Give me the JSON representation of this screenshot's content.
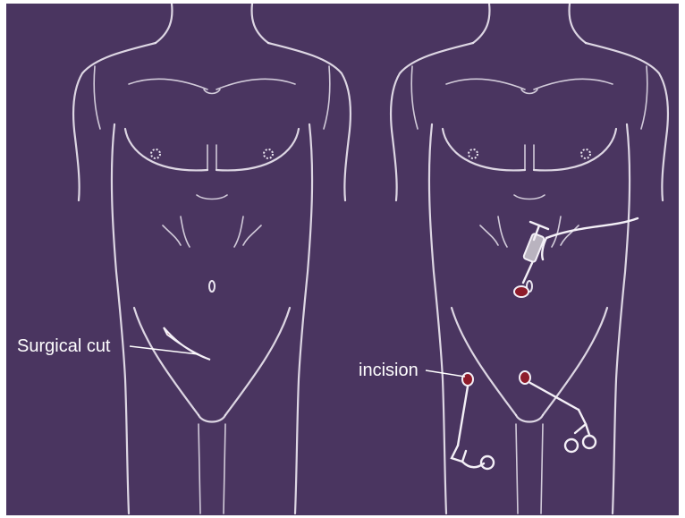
{
  "labels": {
    "surgical_cut": "Surgical cut",
    "incision": "incision"
  },
  "colors": {
    "background": "#4a3560",
    "outline": "#e9e4ef",
    "wound": "#8e1b2a"
  },
  "figures": [
    {
      "name": "open-surgery-torso"
    },
    {
      "name": "laparoscopic-surgery-torso"
    }
  ]
}
